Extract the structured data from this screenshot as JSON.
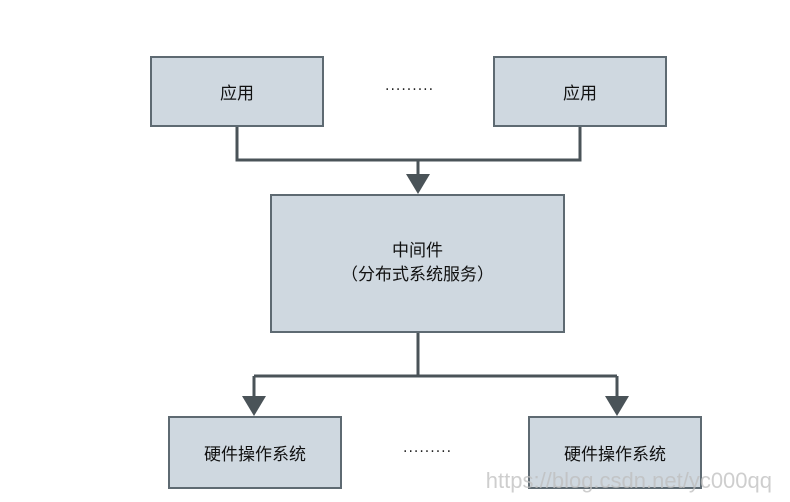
{
  "diagram": {
    "top_left_label": "应用",
    "top_right_label": "应用",
    "top_ellipsis": "·········",
    "middle_line1": "中间件",
    "middle_line2": "（分布式系统服务）",
    "bottom_left_label": "硬件操作系统",
    "bottom_right_label": "硬件操作系统",
    "bottom_ellipsis": "·········"
  },
  "colors": {
    "box_fill": "#cfd8e0",
    "box_border": "#5e6a72",
    "connector": "#4a5358"
  },
  "watermark": "https://blog.csdn.net/yc000qq"
}
